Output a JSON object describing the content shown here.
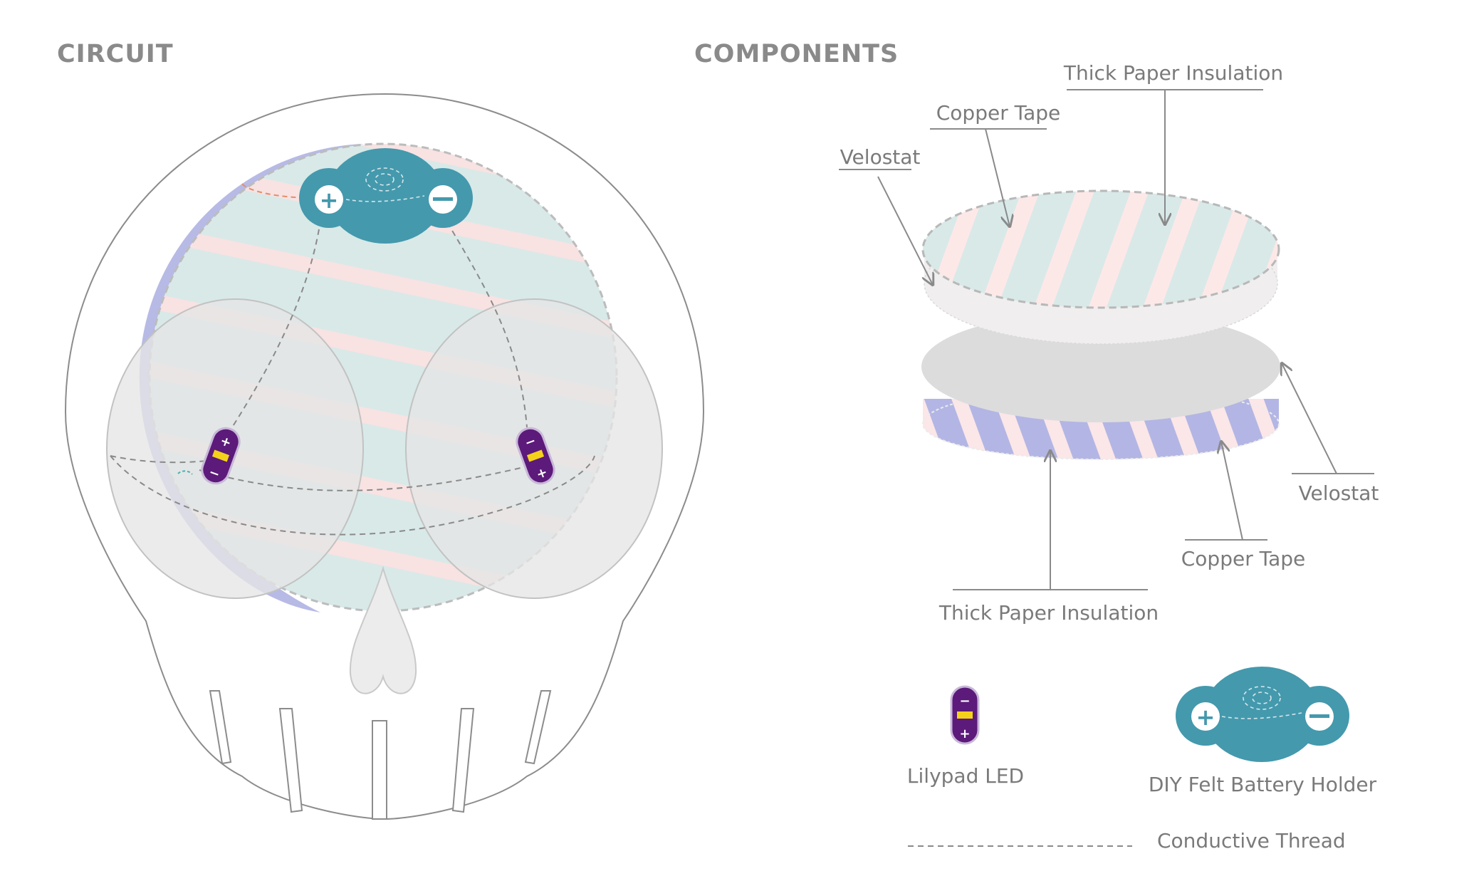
{
  "headings": {
    "circuit": "CIRCUIT",
    "components": "COMPONENTS"
  },
  "callouts": {
    "thick_paper_top": "Thick Paper Insulation",
    "copper_tape_top": "Copper Tape",
    "velostat_top": "Velostat",
    "velostat_bottom": "Velostat",
    "copper_tape_bottom": "Copper Tape",
    "thick_paper_bottom": "Thick Paper Insulation"
  },
  "legend": {
    "lilypad_led": "Lilypad LED",
    "battery_holder": "DIY Felt Battery Holder",
    "conductive_thread": "Conductive Thread"
  },
  "symbols": {
    "plus": "+",
    "minus": "−"
  },
  "colors": {
    "battery_teal": "#4499ad",
    "led_purple": "#5c1a7a",
    "led_yellow": "#f5d21a",
    "paper_mint": "#d8e9e8",
    "copper_pink": "#f8e2e2",
    "velostat_gray": "#dcdcdc",
    "lavender": "#b3b6e4",
    "outline_gray": "#8c8c8c",
    "heading_gray": "#8a8a8a"
  },
  "icons": [
    "plus-icon",
    "minus-icon",
    "led-icon",
    "battery-holder-icon",
    "skull-outline",
    "nose-icon",
    "teeth"
  ]
}
